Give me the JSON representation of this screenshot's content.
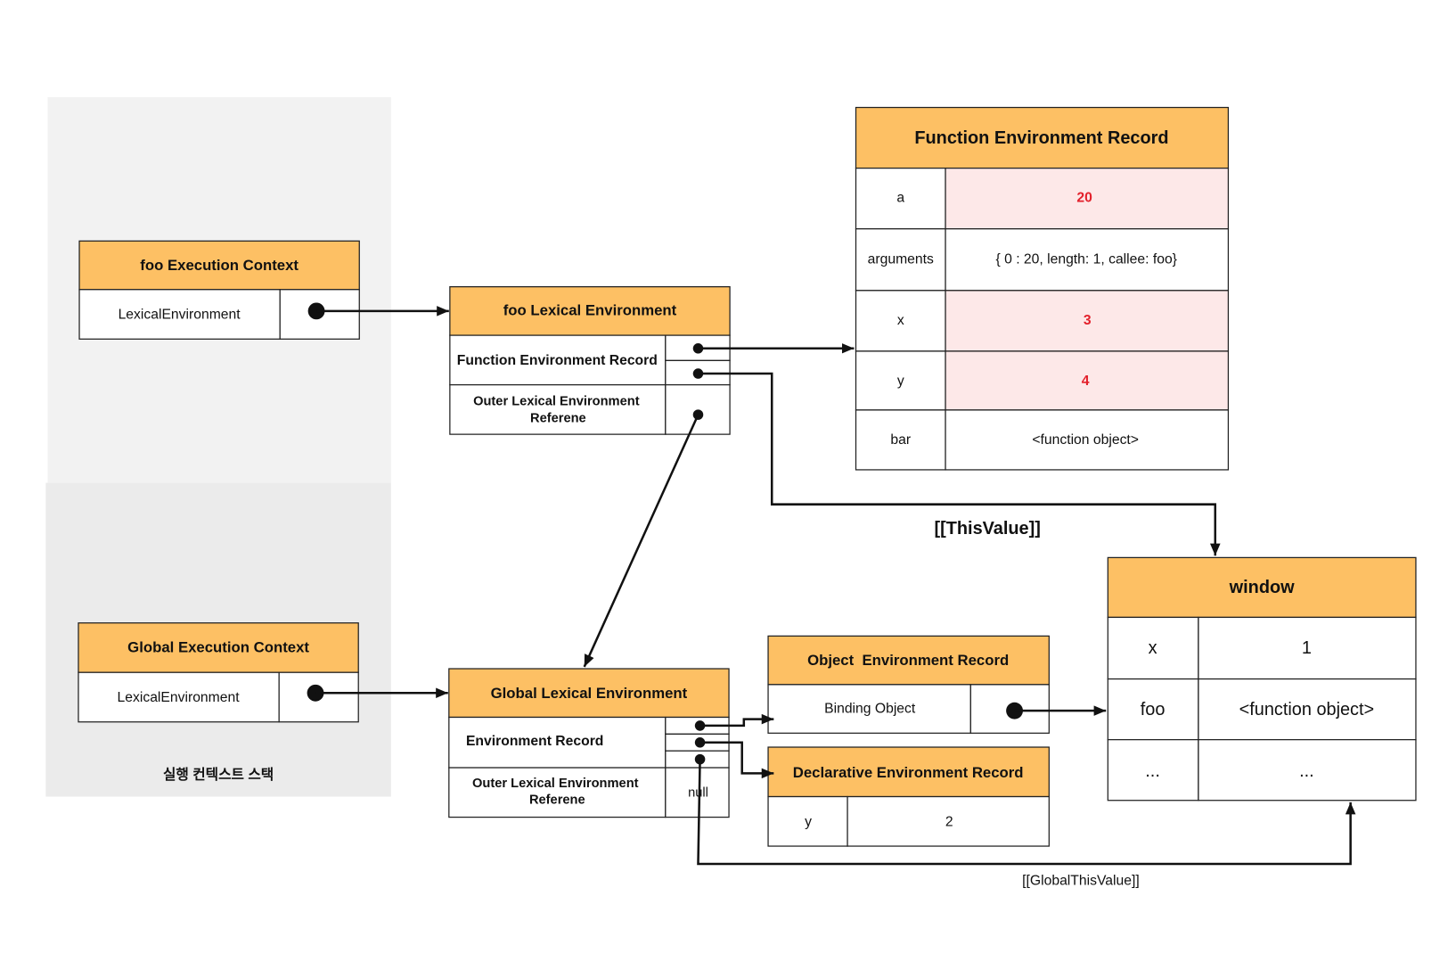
{
  "colors": {
    "header": "#fdc064",
    "highlight_bg": "#fde8e8",
    "highlight_text": "#e3202b",
    "panel_top": "#f2f2f2",
    "panel_bottom": "#ebebeb"
  },
  "stack": {
    "label": "실행 컨텍스트 스택"
  },
  "foo_execution_context": {
    "title": "foo Execution Context",
    "field": "LexicalEnvironment"
  },
  "global_execution_context": {
    "title": "Global Execution Context",
    "field": "LexicalEnvironment"
  },
  "foo_lexical_environment": {
    "title": "foo Lexical Environment",
    "record_label": "Function Environment Record",
    "outer_label": [
      "Outer Lexical Environment",
      "Referene"
    ]
  },
  "global_lexical_environment": {
    "title": "Global Lexical Environment",
    "record_label": "Environment Record",
    "outer_label": [
      "Outer Lexical Environment",
      "Referene"
    ],
    "outer_value": "null"
  },
  "function_environment_record": {
    "title": "Function Environment Record",
    "rows": [
      {
        "key": "a",
        "value": "20"
      },
      {
        "key": "arguments",
        "value": "{ 0 : 20, length: 1, callee: foo}"
      },
      {
        "key": "x",
        "value": "3"
      },
      {
        "key": "y",
        "value": "4"
      },
      {
        "key": "bar",
        "value": "<function object>"
      }
    ]
  },
  "object_environment_record": {
    "title": "Object  Environment Record",
    "field": "Binding Object"
  },
  "declarative_environment_record": {
    "title": "Declarative Environment Record",
    "rows": [
      {
        "key": "y",
        "value": "2"
      }
    ]
  },
  "window": {
    "title": "window",
    "rows": [
      {
        "key": "x",
        "value": "1"
      },
      {
        "key": "foo",
        "value": "<function object>"
      },
      {
        "key": "...",
        "value": "..."
      }
    ]
  },
  "labels": {
    "this_value": "[[ThisValue]]",
    "global_this_value": "[[GlobalThisValue]]"
  }
}
